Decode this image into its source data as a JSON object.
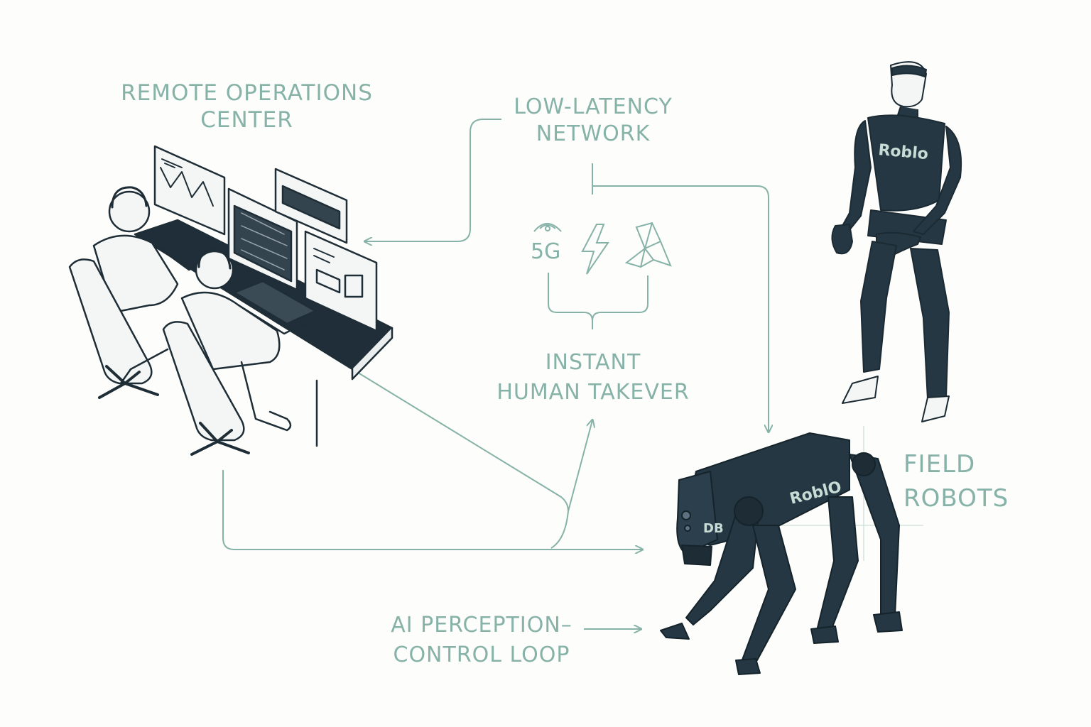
{
  "labels": {
    "roc": [
      "REMOTE OPERATIONS",
      "CENTER"
    ],
    "network": [
      "LOW-LATENCY",
      "NETWORK"
    ],
    "takeover": [
      "INSTANT",
      "HUMAN TAKEVER"
    ],
    "field": [
      "FIELD",
      "ROBOTS"
    ],
    "loop": [
      "AI PERCEPTION–",
      "CONTROL LOOP"
    ],
    "fiveg": "5G",
    "humanoid_brand": "Roblo",
    "dog_brand": "RoblO",
    "dog_tag": "DB"
  },
  "colors": {
    "accent": "#86b2a8",
    "robot": "#243743",
    "ink": "#1e2d36",
    "background": "#fdfdfb"
  },
  "icons": [
    "satellite-5g-icon",
    "lightning-icon",
    "mesh-network-icon"
  ]
}
